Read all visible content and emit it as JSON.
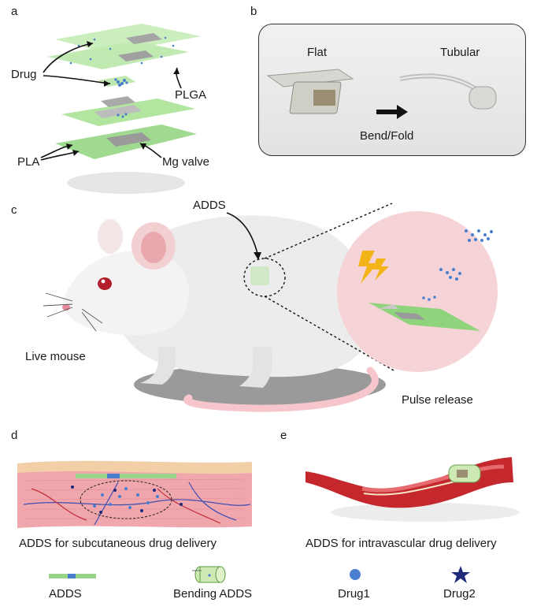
{
  "panels": {
    "a": {
      "letter": "a",
      "labels": {
        "drug": "Drug",
        "plga": "PLGA",
        "pla": "PLA",
        "mg_valve": "Mg valve"
      }
    },
    "b": {
      "letter": "b",
      "labels": {
        "flat": "Flat",
        "tubular": "Tubular",
        "bend_fold": "Bend/Fold"
      }
    },
    "c": {
      "letter": "c",
      "labels": {
        "adds": "ADDS",
        "live_mouse": "Live mouse",
        "pulse_release": "Pulse release"
      }
    },
    "d": {
      "letter": "d",
      "caption": "ADDS for subcutaneous drug delivery"
    },
    "e": {
      "letter": "e",
      "caption": "ADDS for intravascular drug delivery"
    }
  },
  "legend": {
    "items": [
      {
        "label": "ADDS",
        "icon": "adds-strip-icon"
      },
      {
        "label": "Bending ADDS",
        "icon": "bending-adds-cylinder-icon"
      },
      {
        "label": "Drug1",
        "icon": "blue-circle-icon"
      },
      {
        "label": "Drug2",
        "icon": "navy-star-icon"
      }
    ]
  },
  "colors": {
    "film_green": "#8fd47c",
    "drug_blue": "#4a7fd0",
    "drug2_navy": "#1f2a7a",
    "tissue_pink": "#f3b3b8",
    "vessel_red": "#c4282c"
  }
}
